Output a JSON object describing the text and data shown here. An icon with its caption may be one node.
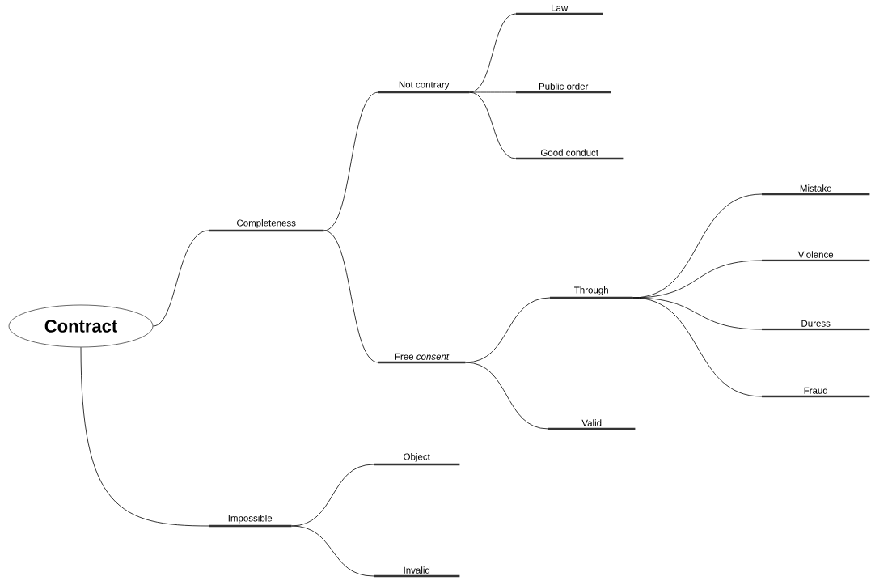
{
  "diagram": {
    "nodes": [
      {
        "text": [
          "Contract"
        ]
      },
      {
        "text": [
          "Completeness"
        ]
      },
      {
        "text": [
          "Not contrary"
        ]
      },
      {
        "text": [
          "Law"
        ]
      },
      {
        "text": [
          "Public order"
        ]
      },
      {
        "text": [
          "Good conduct"
        ]
      },
      {
        "text": [
          "Free *consent*"
        ]
      },
      {
        "text": [
          "Through"
        ]
      },
      {
        "text": [
          "Mistake"
        ]
      },
      {
        "text": [
          "Violence"
        ]
      },
      {
        "text": [
          "Duress"
        ]
      },
      {
        "text": [
          "Fraud"
        ]
      },
      {
        "text": [
          "Valid"
        ]
      },
      {
        "text": [
          "Impossible"
        ]
      },
      {
        "text": [
          "Object"
        ]
      },
      {
        "text": [
          "Invalid"
        ]
      }
    ],
    "edges": [
      {
        "from": 0,
        "to": 1,
        "arrow": "none"
      },
      {
        "from": 1,
        "to": 2,
        "arrow": "none"
      },
      {
        "from": 2,
        "to": 3,
        "arrow": "none"
      },
      {
        "from": 2,
        "to": 4,
        "arrow": "none"
      },
      {
        "from": 2,
        "to": 5,
        "arrow": "none"
      },
      {
        "from": 1,
        "to": 6,
        "arrow": "none"
      },
      {
        "from": 6,
        "to": 7,
        "arrow": "none"
      },
      {
        "from": 7,
        "to": 8,
        "arrow": "none"
      },
      {
        "from": 7,
        "to": 9,
        "arrow": "none"
      },
      {
        "from": 7,
        "to": 10,
        "arrow": "none"
      },
      {
        "from": 7,
        "to": 11,
        "arrow": "none"
      },
      {
        "from": 6,
        "to": 12,
        "arrow": "none"
      },
      {
        "from": 0,
        "to": 13,
        "arrow": "none"
      },
      {
        "from": 13,
        "to": 14,
        "arrow": "none"
      },
      {
        "from": 13,
        "to": 15,
        "arrow": "none"
      }
    ]
  }
}
